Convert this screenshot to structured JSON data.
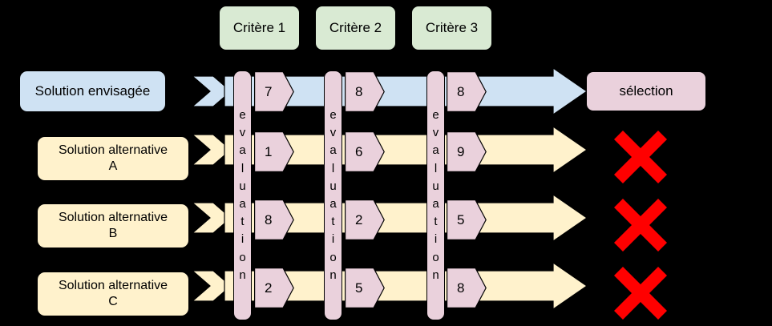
{
  "diagram": {
    "title_text": "",
    "colors": {
      "criteria_fill": "#d9ead3",
      "primary_fill": "#cfe2f3",
      "alternative_fill": "#fff2cc",
      "evaluation_fill": "#ead1dc",
      "selection_fill": "#ead1dc",
      "reject_mark": "#ff0000",
      "stroke": "#000000",
      "background": "#000000"
    },
    "criteria": [
      {
        "label": "Critère 1"
      },
      {
        "label": "Critère 2"
      },
      {
        "label": "Critère 3"
      }
    ],
    "evaluation_columns": [
      {
        "label": "evaluation",
        "letters": [
          "e",
          "v",
          "a",
          "l",
          "u",
          "a",
          "t",
          "i",
          "o",
          "n"
        ]
      },
      {
        "label": "evaluation",
        "letters": [
          "e",
          "v",
          "a",
          "l",
          "u",
          "a",
          "t",
          "i",
          "o",
          "n"
        ]
      },
      {
        "label": "evaluation",
        "letters": [
          "e",
          "v",
          "a",
          "l",
          "u",
          "a",
          "t",
          "i",
          "o",
          "n"
        ]
      }
    ],
    "rows": [
      {
        "id": "row-primary",
        "label": "Solution envisagée",
        "type": "primary",
        "scores": [
          "7",
          "8",
          "8"
        ],
        "outcome": {
          "kind": "selected",
          "label": "sélection"
        }
      },
      {
        "id": "row-alt-a",
        "label": "Solution alternative A",
        "label_line1": "Solution alternative",
        "label_line2": "A",
        "type": "alternative",
        "scores": [
          "1",
          "6",
          "9"
        ],
        "outcome": {
          "kind": "rejected",
          "label": "✖"
        }
      },
      {
        "id": "row-alt-b",
        "label": "Solution alternative B",
        "label_line1": "Solution alternative",
        "label_line2": "B",
        "type": "alternative",
        "scores": [
          "8",
          "2",
          "5"
        ],
        "outcome": {
          "kind": "rejected",
          "label": "✖"
        }
      },
      {
        "id": "row-alt-c",
        "label": "Solution alternative C",
        "label_line1": "Solution alternative",
        "label_line2": "C",
        "type": "alternative",
        "scores": [
          "2",
          "5",
          "8"
        ],
        "outcome": {
          "kind": "rejected",
          "label": "✖"
        }
      }
    ],
    "icons": {
      "reject": "cross-icon",
      "arrow": "right-arrow-icon",
      "chevron": "chevron-right-icon"
    }
  }
}
